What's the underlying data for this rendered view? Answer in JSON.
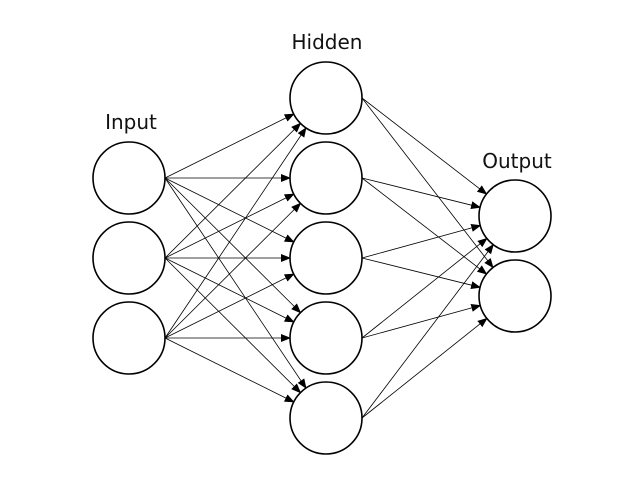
{
  "layers": [
    {
      "id": "input",
      "label": "Input",
      "count": 3
    },
    {
      "id": "hidden",
      "label": "Hidden",
      "count": 5
    },
    {
      "id": "output",
      "label": "Output",
      "count": 2
    }
  ],
  "connectivity": "fully-connected",
  "colors": {
    "node_stroke": "#000000",
    "node_fill": "#ffffff",
    "edge": "#000000"
  }
}
